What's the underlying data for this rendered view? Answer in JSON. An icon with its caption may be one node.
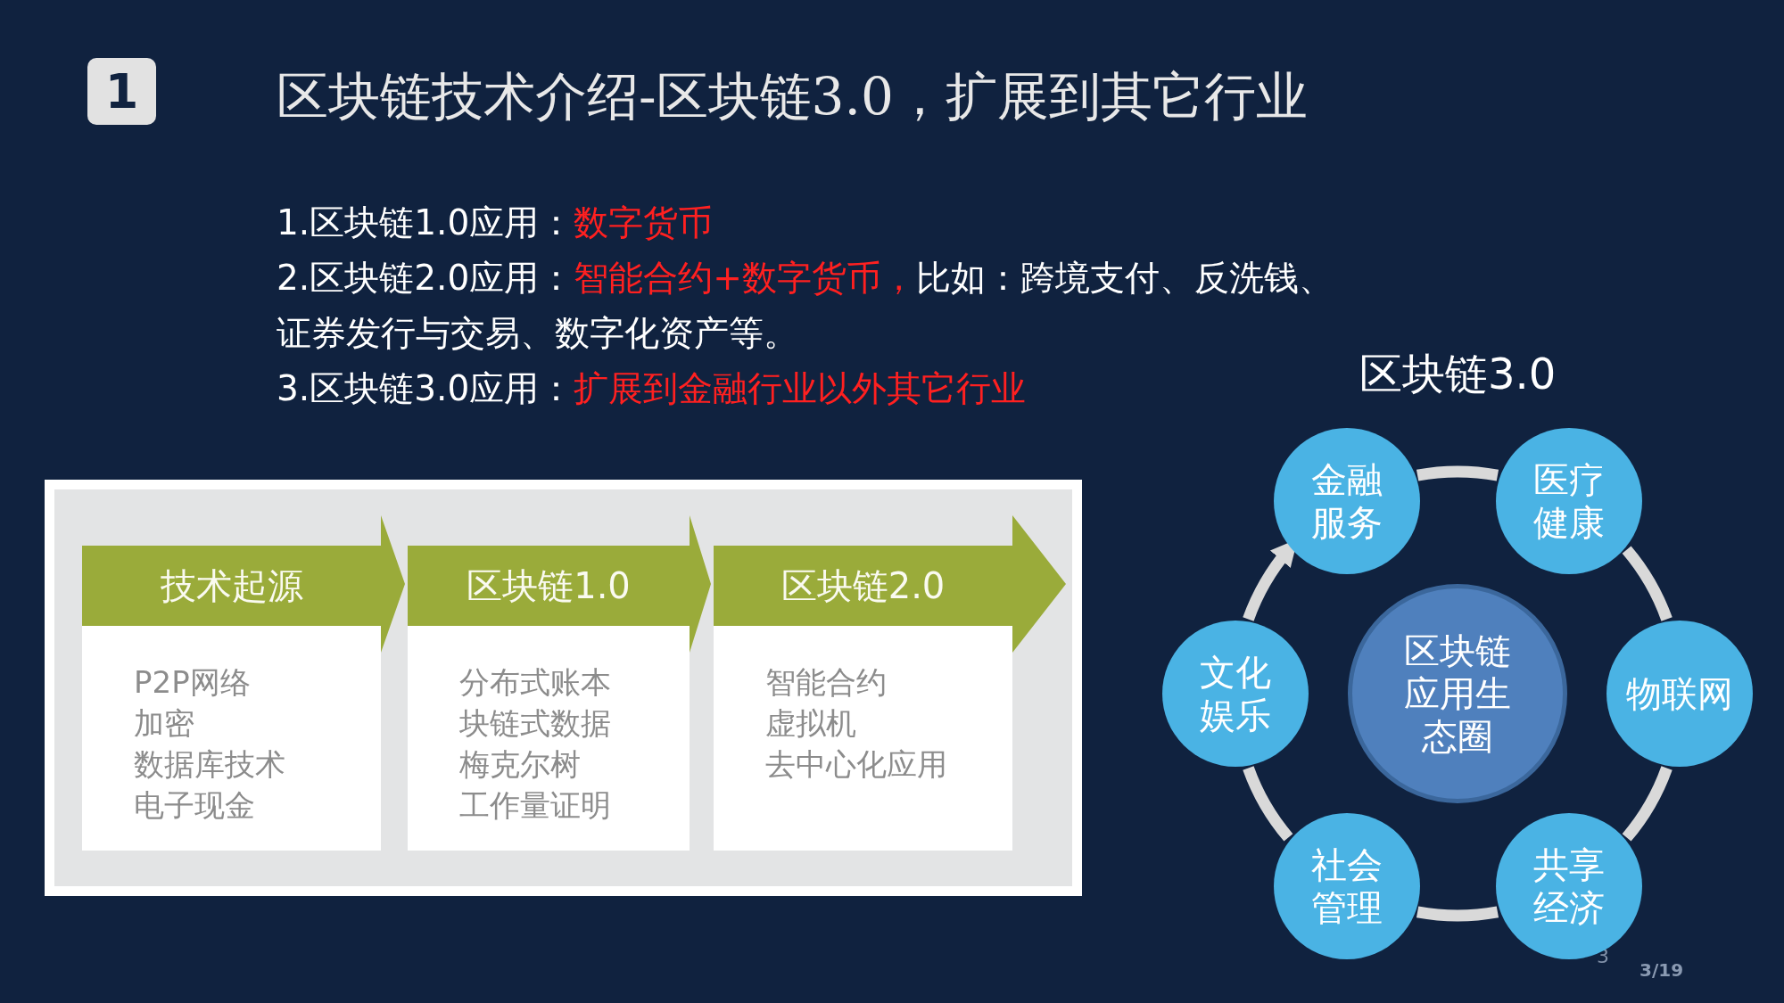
{
  "diagram": {
    "title": "区块链技术介绍-区块链3.0，扩展到其它行业",
    "nodes": [
      {
        "text": [
          "1"
        ]
      },
      {
        "text": [],
        "shape": "box"
      },
      {
        "text": [
          "技术起源"
        ],
        "in": 1
      },
      {
        "text": [
          "P2P网络",
          "加密",
          "数据库技术",
          "电子现金"
        ],
        "in": 1
      },
      {
        "text": [
          "区块链1.0"
        ],
        "in": 1
      },
      {
        "text": [
          "分布式账本",
          "块链式数据",
          "梅克尔树",
          "工作量证明"
        ],
        "in": 1
      },
      {
        "text": [
          "区块链2.0"
        ],
        "in": 1
      },
      {
        "text": [
          "智能合约",
          "虚拟机",
          "去中心化应用"
        ],
        "in": 1
      },
      {
        "text": [
          "区块链应用生态圈"
        ]
      },
      {
        "text": [
          "金融服务"
        ]
      },
      {
        "text": [
          "医疗健康"
        ]
      },
      {
        "text": [
          "物联网"
        ]
      },
      {
        "text": [
          "共享经济"
        ]
      },
      {
        "text": [
          "社会管理"
        ]
      },
      {
        "text": [
          "文化娱乐"
        ]
      }
    ],
    "edges": [
      {
        "from": 9,
        "to": 10,
        "arrow": "none"
      },
      {
        "from": 10,
        "to": 11,
        "arrow": "none"
      },
      {
        "from": 11,
        "to": 12,
        "arrow": "none"
      },
      {
        "from": 12,
        "to": 13,
        "arrow": "none"
      },
      {
        "from": 13,
        "to": 14,
        "arrow": "none"
      },
      {
        "from": 14,
        "to": 9,
        "arrow": "to"
      }
    ],
    "labels": [
      "1.区块链1.0应用：",
      "数字货币",
      "2.区块链2.0应用：",
      "智能合约+数字货币，",
      "比如：跨境支付、反洗钱、",
      "证券发行与交易、数字化资产等。",
      "3.区块链3.0应用：",
      "扩展到金融行业以外其它行业",
      "区块链3.0",
      "3",
      "3/19"
    ]
  }
}
